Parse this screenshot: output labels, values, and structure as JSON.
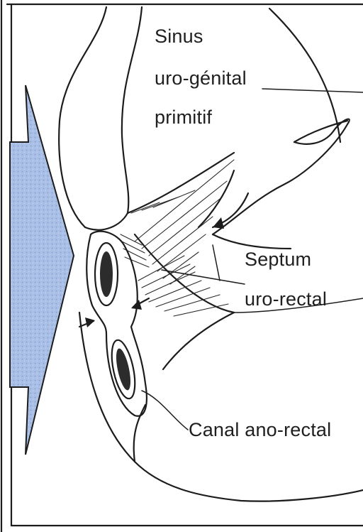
{
  "labels": {
    "sinus_line1": "Sinus",
    "sinus_line2": "uro-génital",
    "sinus_line3": "primitif",
    "septum_line1": "Septum",
    "septum_line2": "uro-rectal",
    "canal": "Canal ano-rectal"
  },
  "colors": {
    "arrow_fill": "#a9bfe6",
    "ink": "#1c1c1c",
    "background": "#ffffff"
  }
}
